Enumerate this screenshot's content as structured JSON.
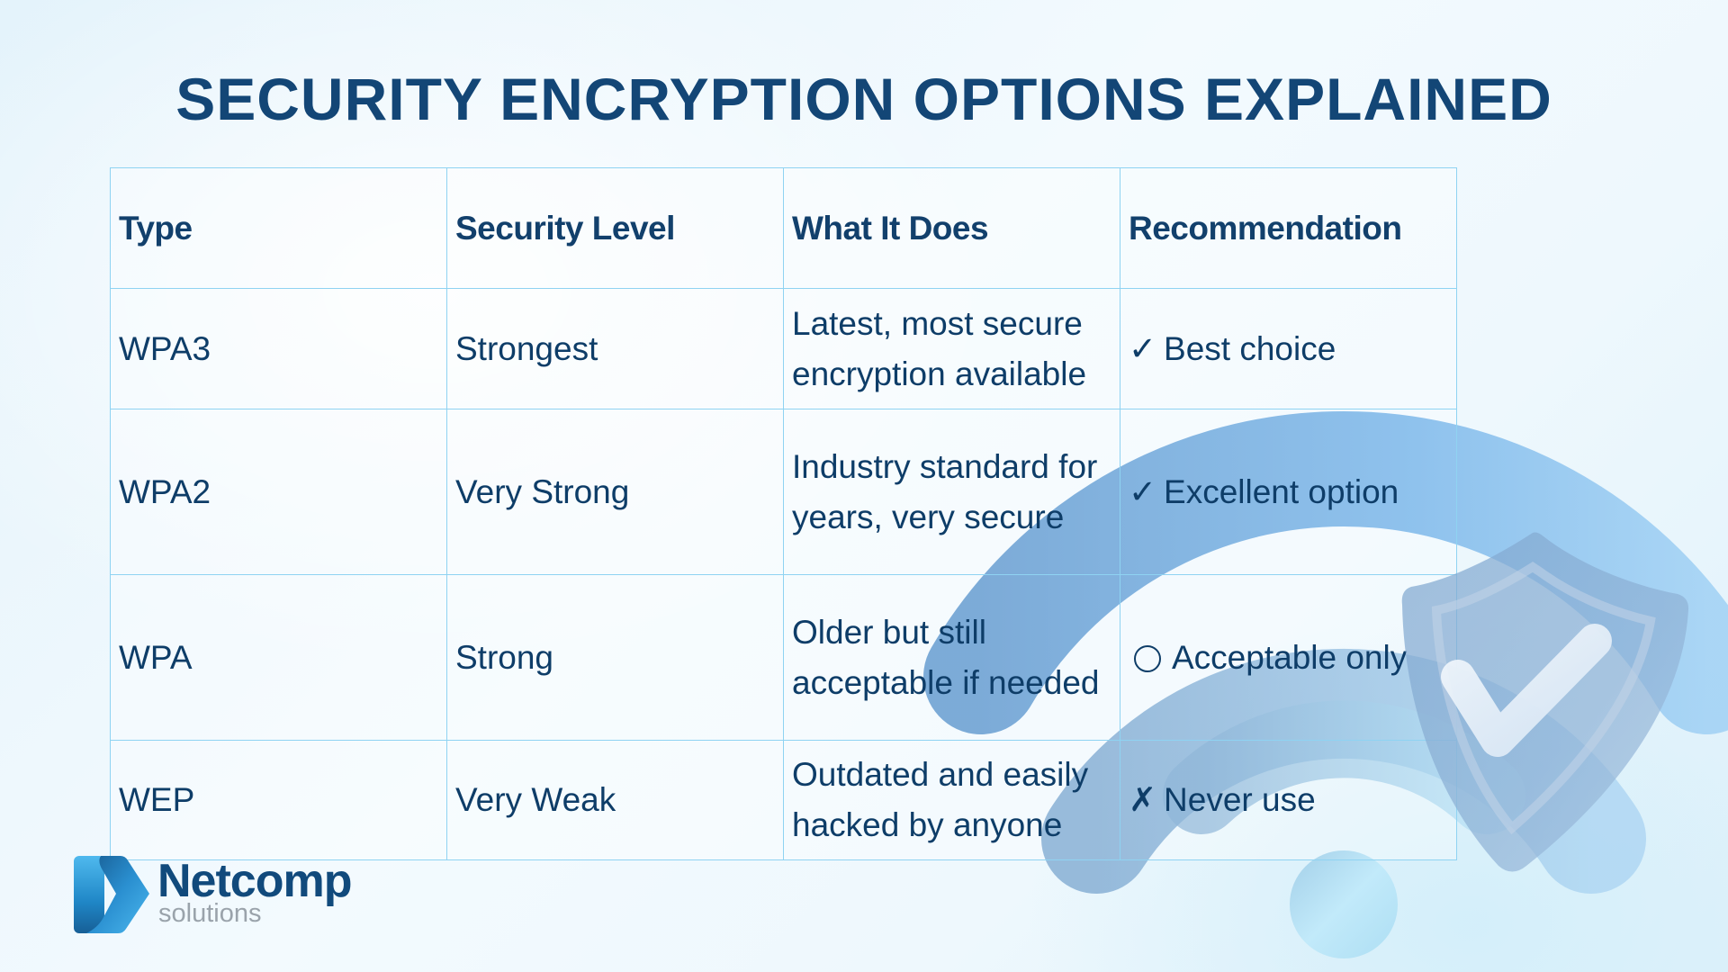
{
  "page": {
    "title": "SECURITY ENCRYPTION OPTIONS EXPLAINED"
  },
  "table": {
    "columns": [
      "Type",
      "Security Level",
      "What It Does",
      "Recommendation"
    ],
    "rows": [
      {
        "type": "WPA3",
        "security_level": "Strongest",
        "what_it_does": "Latest, most secure encryption available",
        "recommendation_icon": "check-mark",
        "recommendation_symbol": "✓",
        "recommendation": "Best choice"
      },
      {
        "type": "WPA2",
        "security_level": "Very Strong",
        "what_it_does": "Industry standard for years, very secure",
        "recommendation_icon": "check-mark",
        "recommendation_symbol": "✓",
        "recommendation": "Excellent option"
      },
      {
        "type": "WPA",
        "security_level": "Strong",
        "what_it_does": "Older but still acceptable if needed",
        "recommendation_icon": "circle",
        "recommendation_symbol": "◯",
        "recommendation": "Acceptable only"
      },
      {
        "type": "WEP",
        "security_level": "Very Weak",
        "what_it_does": "Outdated and easily hacked by anyone",
        "recommendation_icon": "x-mark",
        "recommendation_symbol": "✗",
        "recommendation": "Never use"
      }
    ]
  },
  "decorations": {
    "wifi_icon": "wifi-signal-icon",
    "shield_icon": "shield-check-icon"
  },
  "logo": {
    "name": "Netcomp",
    "tagline": "solutions"
  },
  "colors": {
    "title": "#134676",
    "text": "#0e3d68",
    "table_border": "#8fd3f2",
    "wifi_arc": "#7fb0dc",
    "shield": "#8fb3d6",
    "logo_name": "#114a7c",
    "logo_tagline": "#9aa3ab"
  }
}
